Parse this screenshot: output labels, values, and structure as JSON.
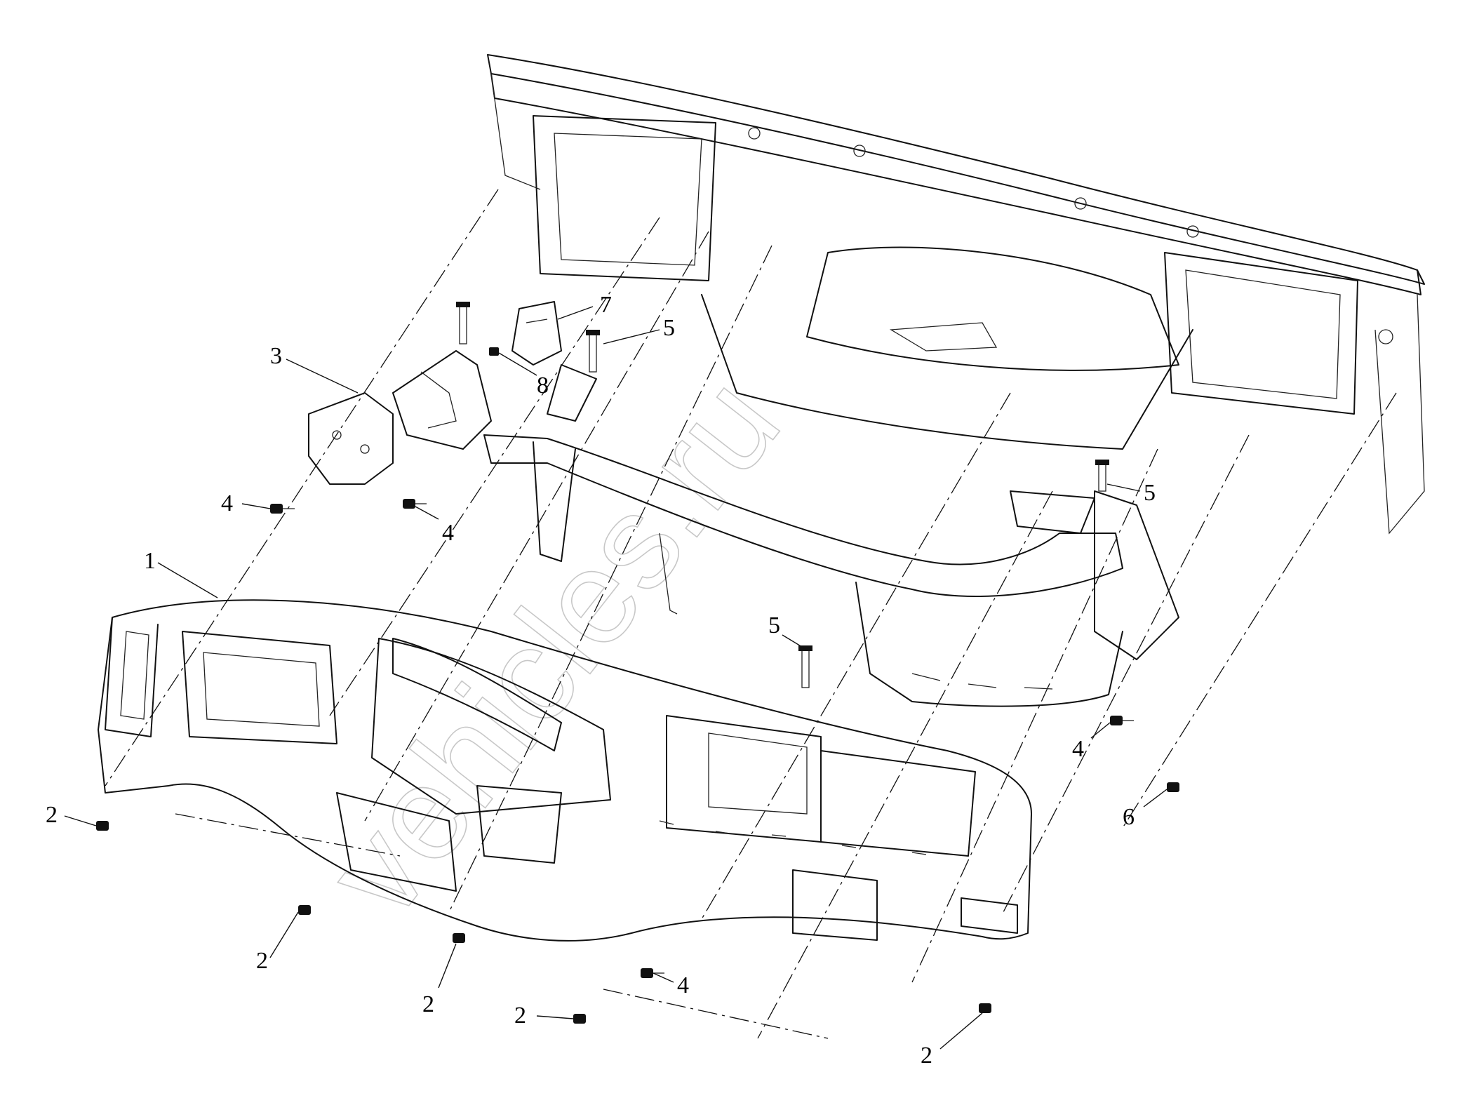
{
  "watermark": "vehicles.ru",
  "callouts": [
    {
      "label": "1",
      "part": "instrument-panel"
    },
    {
      "label": "2",
      "part": "panel-screw"
    },
    {
      "label": "2",
      "part": "panel-screw"
    },
    {
      "label": "2",
      "part": "panel-screw"
    },
    {
      "label": "2",
      "part": "panel-screw"
    },
    {
      "label": "2",
      "part": "panel-screw"
    },
    {
      "label": "3",
      "part": "left-bracket"
    },
    {
      "label": "4",
      "part": "bolt"
    },
    {
      "label": "4",
      "part": "bolt"
    },
    {
      "label": "4",
      "part": "bolt"
    },
    {
      "label": "4",
      "part": "bolt"
    },
    {
      "label": "5",
      "part": "support-bolt"
    },
    {
      "label": "5",
      "part": "support-bolt"
    },
    {
      "label": "5",
      "part": "support-bolt"
    },
    {
      "label": "6",
      "part": "screw"
    },
    {
      "label": "7",
      "part": "small-bracket"
    },
    {
      "label": "8",
      "part": "nut"
    }
  ]
}
